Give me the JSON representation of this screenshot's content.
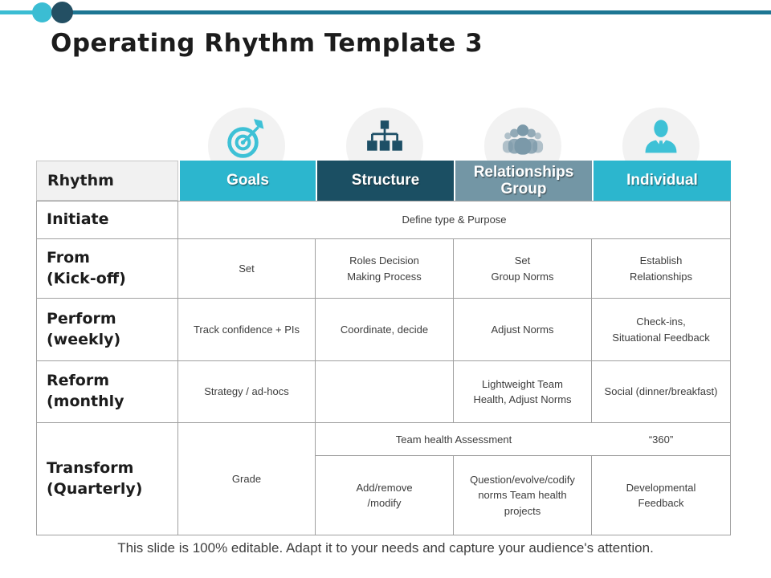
{
  "slide": {
    "title": "Operating Rhythm Template 3",
    "footer": "This slide is 100% editable. Adapt it to your needs and capture your audience's attention."
  },
  "colors": {
    "teal": "#2cb6ce",
    "dark_teal": "#1b4f63",
    "gray_blue": "#7396a5",
    "decor_line_light": "#3bbdd3",
    "decor_line_dark": "#1d7693",
    "decor_circle_navy": "#234f63",
    "header_gray": "#f1f1f1"
  },
  "icons": [
    "target-icon",
    "org-chart-icon",
    "people-group-icon",
    "person-icon"
  ],
  "table": {
    "corner": "Rhythm",
    "headers": [
      "Goals",
      "Structure",
      "Relationships Group",
      "Individual"
    ],
    "rows": {
      "initiate": {
        "label": "Initiate",
        "span": "Define type & Purpose"
      },
      "kickoff": {
        "label": "From\n(Kick-off)",
        "goals": "Set",
        "structure": "Roles Decision\nMaking Process",
        "relationships": "Set\nGroup Norms",
        "individual": "Establish\nRelationships"
      },
      "perform": {
        "label": "Perform\n(weekly)",
        "goals": "Track confidence + PIs",
        "structure": "Coordinate, decide",
        "relationships": "Adjust Norms",
        "individual": "Check-ins,\nSituational Feedback"
      },
      "reform": {
        "label": "Reform\n(monthly",
        "goals": "Strategy / ad-hocs",
        "structure": "",
        "relationships": "Lightweight Team\nHealth, Adjust Norms",
        "individual": "Social (dinner/breakfast)"
      },
      "transform": {
        "label": "Transform\n(Quarterly)",
        "goals": "Grade",
        "assessment": "Team health Assessment",
        "rating": "“360”",
        "structure": "Add/remove\n/modify",
        "relationships": "Question/evolve/codify\nnorms Team health\nprojects",
        "individual": "Developmental\nFeedback"
      }
    }
  }
}
